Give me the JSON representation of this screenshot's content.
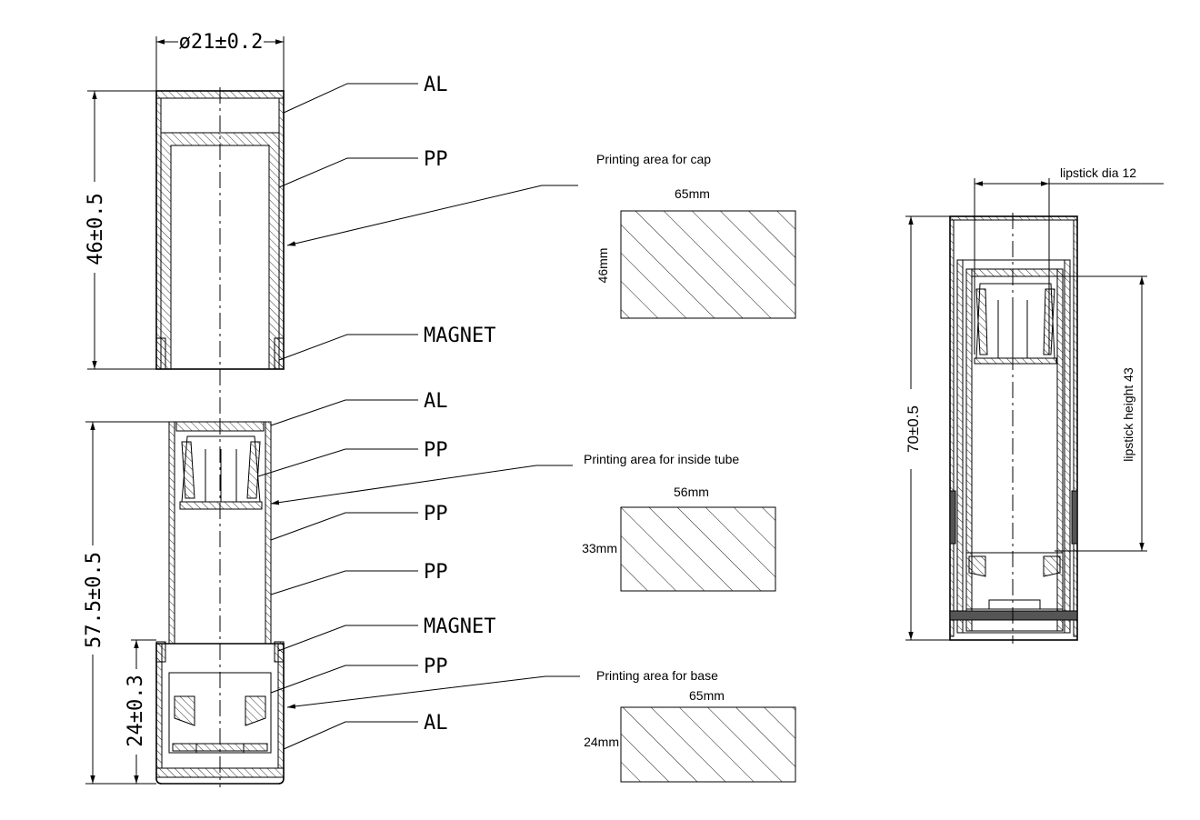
{
  "dimensions": {
    "cap_diameter": "ø21±0.2",
    "cap_height": "46±0.5",
    "base_height": "57.5±0.5",
    "base_lower_height": "24±0.3",
    "assembled_height": "70±0.5",
    "lipstick_dia": "lipstick dia 12",
    "lipstick_height": "lipstick height 43"
  },
  "cap_callouts": [
    "AL",
    "PP",
    "MAGNET"
  ],
  "base_callouts": [
    "AL",
    "PP",
    "PP",
    "PP",
    "MAGNET",
    "PP",
    "AL"
  ],
  "printing_areas": [
    {
      "label": "Printing area for cap",
      "width": "65mm",
      "height": "46mm"
    },
    {
      "label": "Printing area for inside tube",
      "width": "56mm",
      "height": "33mm"
    },
    {
      "label": "Printing area for base",
      "width": "65mm",
      "height": "24mm"
    }
  ]
}
